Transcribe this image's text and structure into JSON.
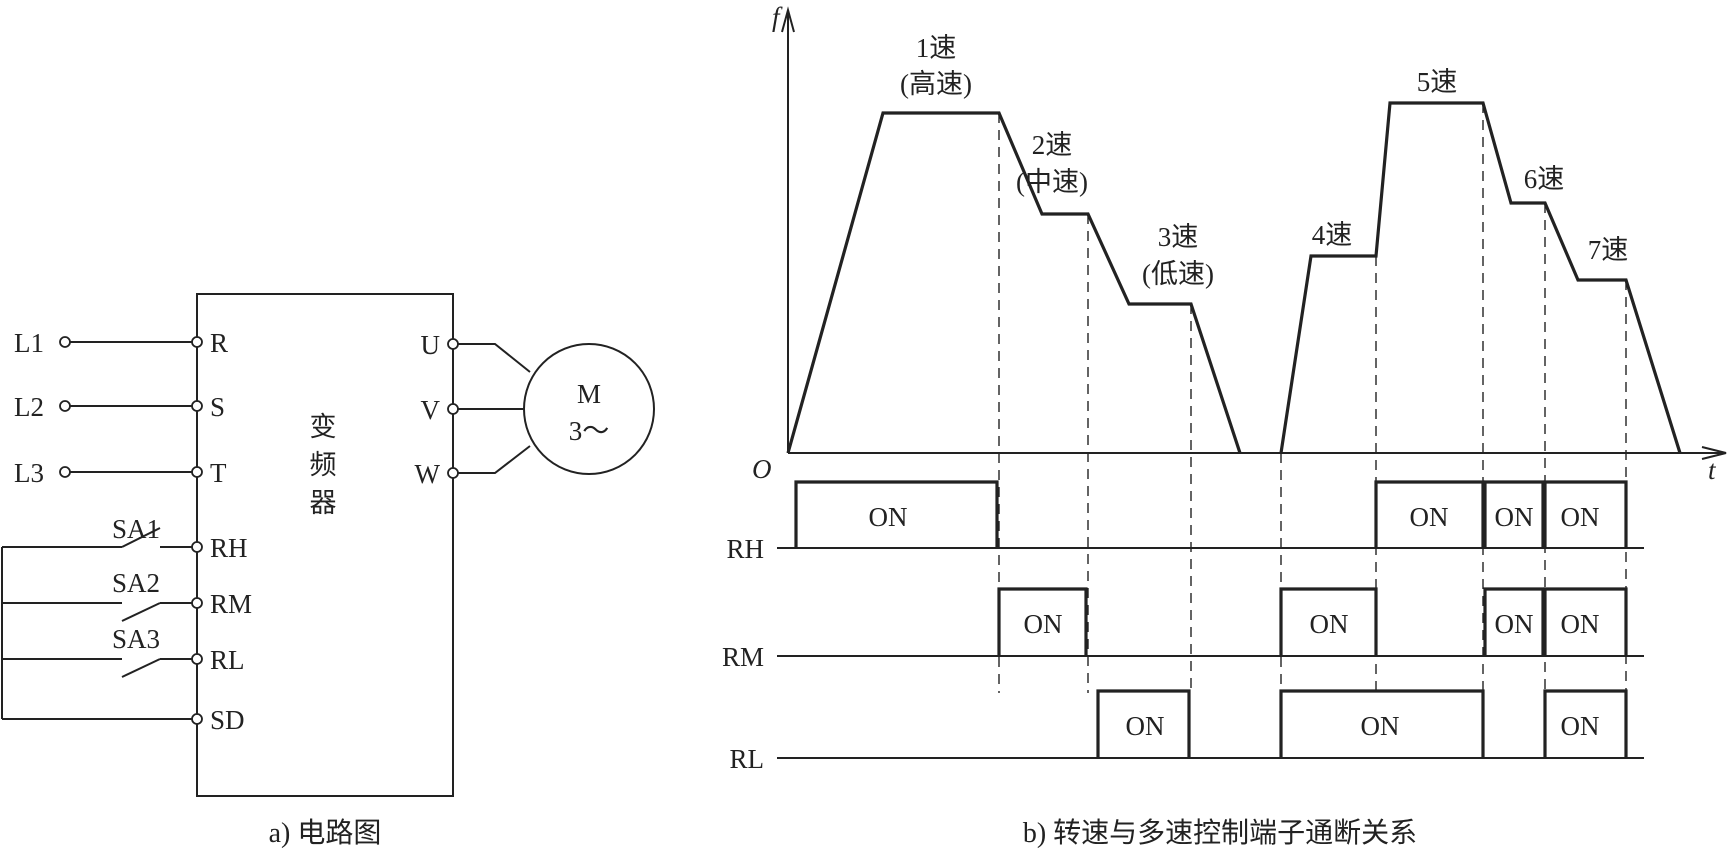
{
  "circuit": {
    "inverter_label": [
      "变",
      "频",
      "器"
    ],
    "input_terminals": [
      "L1",
      "L2",
      "L3"
    ],
    "power_terminals": [
      "R",
      "S",
      "T"
    ],
    "control_terminals": [
      "RH",
      "RM",
      "RL",
      "SD"
    ],
    "switches": [
      "SA1",
      "SA2",
      "SA3"
    ],
    "output_terminals": [
      "U",
      "V",
      "W"
    ],
    "motor": {
      "line1": "M",
      "line2": "3～"
    },
    "caption": "a) 电路图"
  },
  "timing": {
    "y_axis": "f",
    "x_axis": "t",
    "origin": "O",
    "speed_labels": [
      {
        "line1": "1速",
        "line2": "(高速)"
      },
      {
        "line1": "2速",
        "line2": "(中速)"
      },
      {
        "line1": "3速",
        "line2": "(低速)"
      },
      {
        "line1": "4速",
        "line2": ""
      },
      {
        "line1": "5速",
        "line2": ""
      },
      {
        "line1": "6速",
        "line2": ""
      },
      {
        "line1": "7速",
        "line2": ""
      }
    ],
    "channels": [
      "RH",
      "RM",
      "RL"
    ],
    "on_label": "ON",
    "caption": "b) 转速与多速控制端子通断关系"
  },
  "chart_data": {
    "type": "line",
    "title": "",
    "xlabel": "t",
    "ylabel": "f",
    "speed_steps": [
      {
        "speed": "1速",
        "level": "高速",
        "RH": 1,
        "RM": 0,
        "RL": 0
      },
      {
        "speed": "2速",
        "level": "中速",
        "RH": 0,
        "RM": 1,
        "RL": 0
      },
      {
        "speed": "3速",
        "level": "低速",
        "RH": 0,
        "RM": 0,
        "RL": 1
      },
      {
        "speed": "4速",
        "level": "",
        "RH": 0,
        "RM": 1,
        "RL": 1
      },
      {
        "speed": "5速",
        "level": "",
        "RH": 1,
        "RM": 0,
        "RL": 1
      },
      {
        "speed": "6速",
        "level": "",
        "RH": 1,
        "RM": 1,
        "RL": 0
      },
      {
        "speed": "7速",
        "level": "",
        "RH": 1,
        "RM": 1,
        "RL": 1
      }
    ]
  }
}
